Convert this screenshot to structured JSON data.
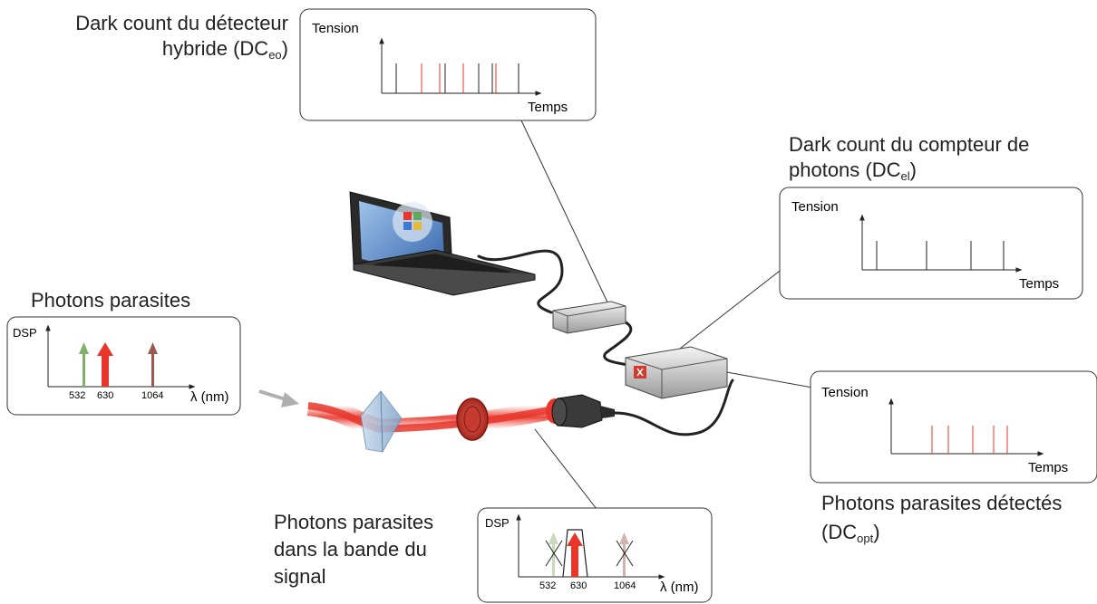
{
  "labels": {
    "dc_eo_line1": "Dark count du détecteur",
    "dc_eo_line2": "hybride (DC",
    "dc_eo_sub": "eo",
    "dc_eo_close": ")",
    "dc_el_line1": "Dark count du compteur de",
    "dc_el_line2": "photons (DC",
    "dc_el_sub": "el",
    "dc_el_close": ")",
    "parasites": "Photons parasites",
    "detected_line1": "Photons parasites détectés",
    "detected_line2": "(DC",
    "detected_sub": "opt",
    "detected_close": ")",
    "band_line1": "Photons parasites",
    "band_line2": "dans la bande du",
    "band_line3": "signal"
  },
  "plots": {
    "tension": "Tension",
    "temps": "Temps",
    "dsp": "DSP",
    "lambda": "λ (nm)",
    "w532": "532",
    "w630": "630",
    "w1064": "1064"
  },
  "colors": {
    "laser": "#e8362a",
    "pulse_red": "#e8362a",
    "pulse_dark": "#222222",
    "green_arrow": "#7fb069",
    "brown_arrow": "#9a5a52"
  }
}
